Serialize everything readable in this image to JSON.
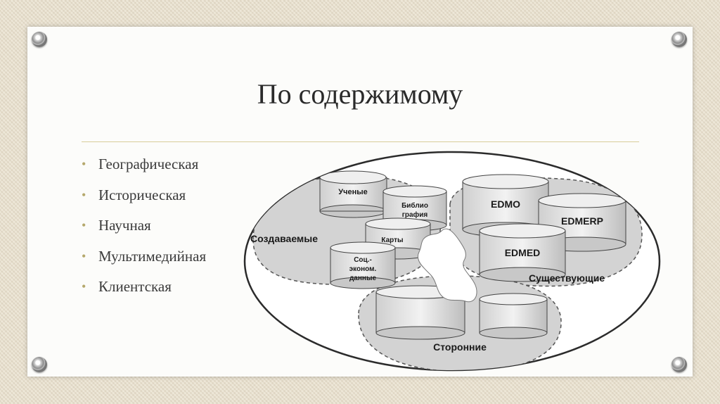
{
  "slide": {
    "title": "По содержимому",
    "bullets": [
      "Географическая",
      "Историческая",
      "Научная",
      "Мультимедийная",
      "Клиентская"
    ]
  },
  "diagram": {
    "regions": {
      "created": "Создаваемые",
      "existing": "Существующие",
      "third_party": "Сторонние"
    },
    "cylinders": {
      "scientists": "Ученые",
      "bibliography": [
        "Библио",
        "графия"
      ],
      "maps": "Карты",
      "socioeconomic": [
        "Соц.-",
        "эконом.",
        "данные"
      ],
      "edmo": "EDMO",
      "edmerp": "EDMERP",
      "edmed": "EDMED"
    }
  }
}
